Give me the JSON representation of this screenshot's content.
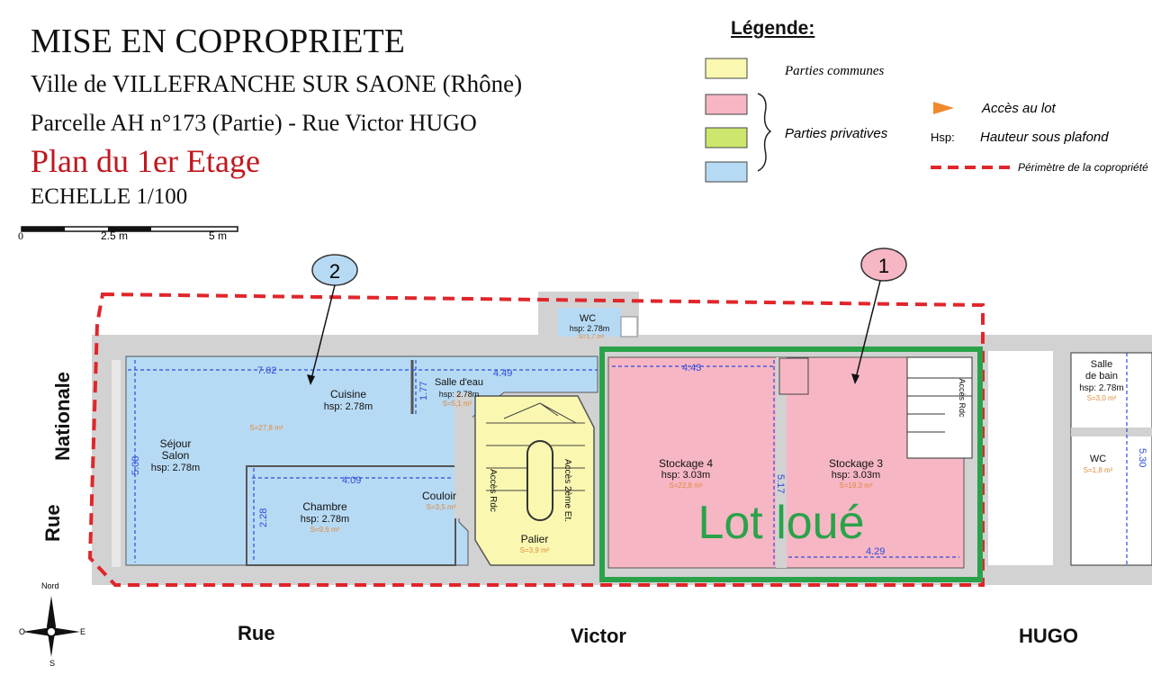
{
  "header": {
    "title": "MISE EN COPROPRIETE",
    "subtitle_city": "Ville de VILLEFRANCHE SUR SAONE (Rhône)",
    "subtitle_parcel": "Parcelle AH n°173 (Partie) - Rue Victor HUGO",
    "plan_title": "Plan du 1er Etage",
    "scale": "ECHELLE 1/100",
    "scale_ticks": [
      "0",
      "2.5 m",
      "5 m"
    ]
  },
  "legend": {
    "title": "Légende:",
    "communes": "Parties communes",
    "privatives": "Parties privatives",
    "access": "Accès au lot",
    "hsp_abbr": "Hsp:",
    "hsp_text": "Hauteur sous plafond",
    "perimeter": "Périmètre de la copropriété",
    "colors": {
      "communes": "#faf8b0",
      "privative_pink": "#f6b6c4",
      "privative_green": "#cde66e",
      "privative_blue": "#b7daf4",
      "access": "#f08a2c",
      "perimeter": "#e0262b",
      "lot_border": "#2aa24a"
    }
  },
  "lots": {
    "lot2": "2",
    "lot1": "1",
    "rented": "Lot loué"
  },
  "rooms": {
    "cuisine": {
      "name": "Cuisine",
      "hsp": "hsp: 2.78m",
      "area": "S=27,8 m²"
    },
    "salle_eau": {
      "name": "Salle d'eau",
      "hsp": "hsp: 2.78m",
      "area": "S=5,1 m²"
    },
    "sejour": {
      "name1": "Séjour",
      "name2": "Salon",
      "hsp": "hsp: 2.78m"
    },
    "chambre": {
      "name": "Chambre",
      "hsp": "hsp: 2.78m",
      "area": "S=9,6 m²"
    },
    "couloir": {
      "name": "Couloir",
      "area": "S=3,5 m²"
    },
    "wc_top": {
      "name": "WC",
      "hsp": "hsp: 2.78m",
      "area": "S=1,7 m²"
    },
    "palier": {
      "name": "Palier",
      "area": "S=3,9 m²"
    },
    "stair_acces_rdc": "Accès Rdc",
    "stair_acces_2eme": "Accès 2ème Et.",
    "stockage4": {
      "name": "Stockage 4",
      "hsp": "hsp: 3.03m",
      "area": "S=22,8 m²"
    },
    "stockage3": {
      "name": "Stockage 3",
      "hsp": "hsp: 3.03m",
      "area": "S=19,3 m²"
    },
    "stair2_acces_rdc": "Accès Rdc",
    "salle_bain": {
      "name1": "Salle",
      "name2": "de bain",
      "hsp": "hsp: 2.78m",
      "area": "S=3,0 m²"
    },
    "wc_right": {
      "name": "WC",
      "area": "S=1,8 m²"
    }
  },
  "dimensions": {
    "d702": "7.02",
    "d449": "4.49",
    "d177": "1.77",
    "d508": "5.08",
    "d409": "4.09",
    "d228": "2.28",
    "d443": "4.43",
    "d517": "5.17",
    "d429": "4.29",
    "d530": "5.30"
  },
  "streets": {
    "rue_nationale_1": "Nationale",
    "rue_nationale_2": "Rue",
    "bottom_rue": "Rue",
    "bottom_victor": "Victor",
    "bottom_hugo": "HUGO"
  },
  "compass": {
    "north": "Nord",
    "south": "S",
    "east": "E",
    "west": "O"
  }
}
